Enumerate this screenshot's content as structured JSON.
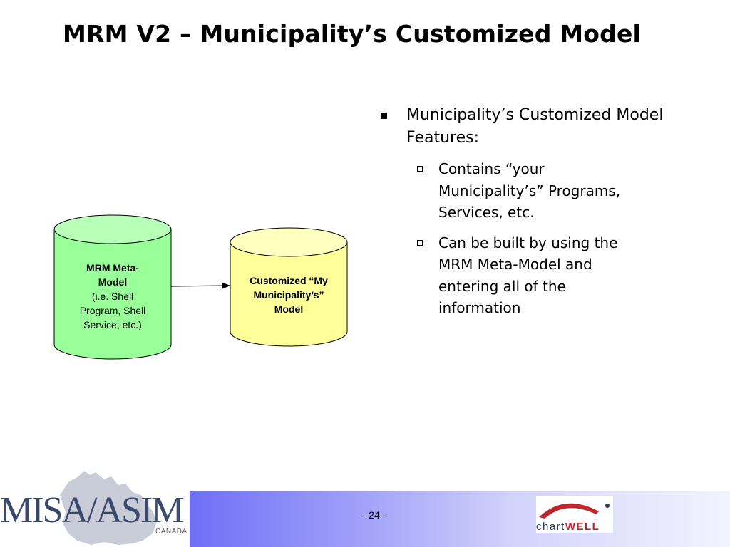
{
  "slide": {
    "title": "MRM V2 – Municipality’s Customized Model",
    "page_number": "- 24 -"
  },
  "diagram": {
    "meta_model": {
      "line1": "MRM Meta-",
      "line2": "Model",
      "line3": "(i.e. Shell",
      "line4": "Program, Shell",
      "line5": "Service, etc.)",
      "fill_color": "#99ff99"
    },
    "custom_model": {
      "line1": "Customized “My",
      "line2": "Municipality’s”",
      "line3": "Model",
      "fill_color": "#ffff99"
    }
  },
  "bullets": {
    "main": "Municipality’s Customized Model Features:",
    "sub": [
      "Contains “your Municipality’s” Programs, Services, etc.",
      "Can be built by using the MRM Meta-Model and entering all of the information"
    ]
  },
  "footer": {
    "left_logo": {
      "word": "MISA/ASIM",
      "country": "CANADA"
    },
    "right_logo": {
      "word_light": "chart",
      "word_strong": "WELL"
    }
  },
  "colors": {
    "footer_gradient_start": "#6f6ff7",
    "footer_gradient_end": "#f3f3fe",
    "chartwell_red": "#c0272d"
  }
}
